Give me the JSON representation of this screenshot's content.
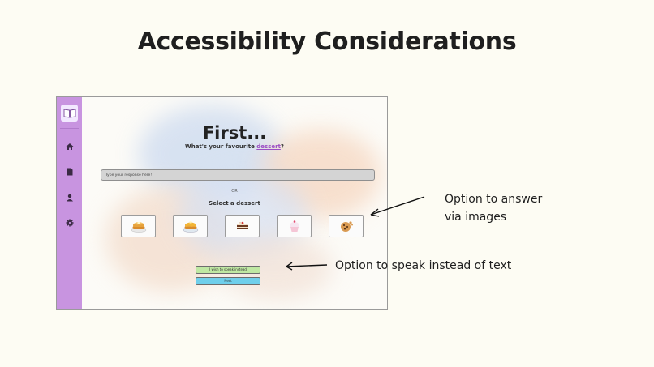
{
  "slide": {
    "title": "Accessibility Considerations"
  },
  "app": {
    "sidebar": {
      "logo_icon": "book-icon",
      "items": [
        {
          "icon": "home-icon"
        },
        {
          "icon": "document-icon"
        },
        {
          "icon": "user-icon"
        },
        {
          "icon": "gear-icon"
        }
      ]
    },
    "heading": "First...",
    "question_prefix": "What's your favourite ",
    "question_link": "dessert",
    "question_suffix": "?",
    "response_input": {
      "placeholder": "Type your response here!"
    },
    "or_label": "OR",
    "select_label": "Select a dessert",
    "desserts": [
      {
        "icon": "pancake-icon"
      },
      {
        "icon": "pancake-icon"
      },
      {
        "icon": "cake-slice-icon"
      },
      {
        "icon": "cupcake-icon"
      },
      {
        "icon": "cookie-icon"
      }
    ],
    "speak_button": "I wish to speak instead",
    "next_button": "Next",
    "colors": {
      "sidebar": "#c894e0",
      "speak_button": "#bfe8a3",
      "next_button": "#6fcfeb",
      "link": "#9c4fc4"
    }
  },
  "annotations": {
    "images_line1": "Option to answer",
    "images_line2": "via images",
    "speak": "Option to speak instead of text"
  }
}
